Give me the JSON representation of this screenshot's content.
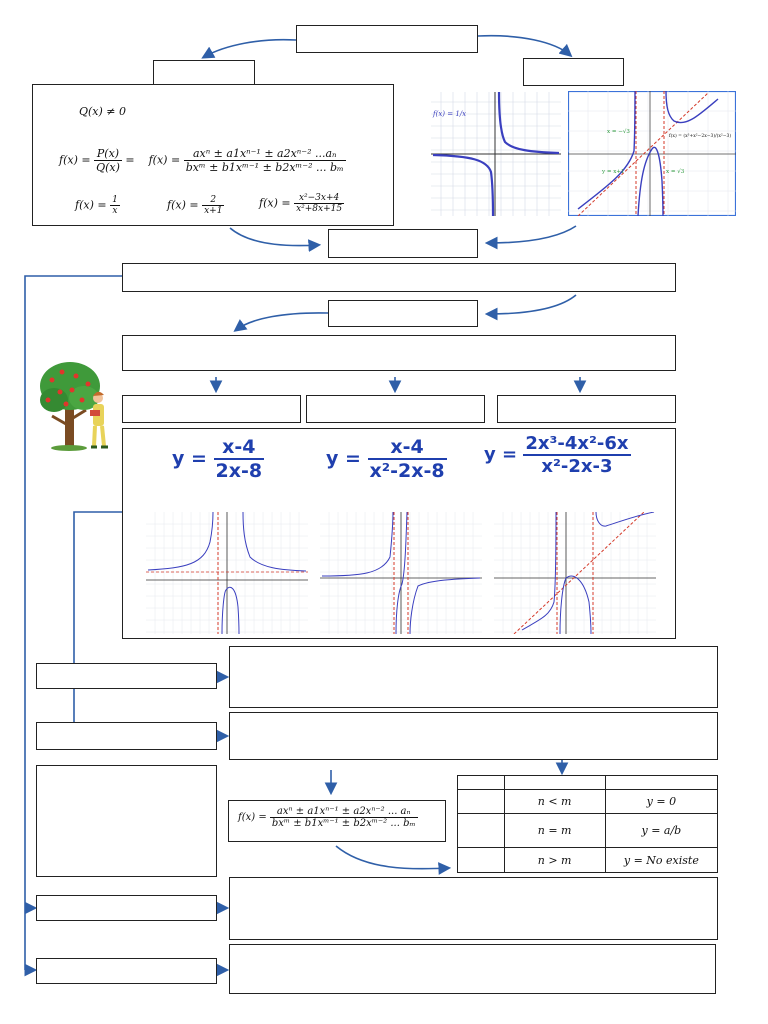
{
  "cond": "Q(x) ≠ 0",
  "gen": {
    "lhs": "f(x) =",
    "P": "P(x)",
    "Q": "Q(x)",
    "eq": "=",
    "f2": "f(x) =",
    "num": "axⁿ ± a1xⁿ⁻¹ ± a2xⁿ⁻² ...aₙ",
    "den": "bxᵐ ± b1xᵐ⁻¹ ± b2xᵐ⁻² ... bₘ"
  },
  "examples": {
    "e1": {
      "lhs": "f(x) =",
      "num": "1",
      "den": "x"
    },
    "e2": {
      "lhs": "f(x) =",
      "num": "2",
      "den": "x+1"
    },
    "e3": {
      "lhs": "f(x) =",
      "num": "x²−3x+4",
      "den": "x²+8x+15"
    }
  },
  "graph1_label": "f(x) = 1/x",
  "graph2": {
    "fx": "f(x) = (x³+x²−2x−3)/(x²−3)",
    "l1": "x = −√3",
    "l2": "x = √3",
    "l3": "y = x+1"
  },
  "hand": [
    {
      "y": "y =",
      "num": "x-4",
      "den": "2x-8"
    },
    {
      "y": "y =",
      "num": "x-4",
      "den": "x²-2x-8"
    },
    {
      "y": "y =",
      "num": "2x³-4x²-6x",
      "den": "x²-2x-3"
    }
  ],
  "formula": {
    "lhs": "f(x) =",
    "num": "axⁿ ± a1xⁿ⁻¹ ± a2xⁿ⁻² ... aₙ",
    "den": "bxᵐ ± b1xᵐ⁻¹ ± b2xᵐ⁻² ... bₘ"
  },
  "table": {
    "rows": [
      {
        "cond": "n < m",
        "res": "y = 0"
      },
      {
        "cond": "n = m",
        "res": "y = a/b"
      },
      {
        "cond": "n > m",
        "res": "y = No existe"
      }
    ]
  },
  "colors": {
    "arrow": "#2f5fa8",
    "handwriting": "#1f3fae",
    "curve": "#3a3fbf",
    "asymptote": "#d43a2a"
  }
}
